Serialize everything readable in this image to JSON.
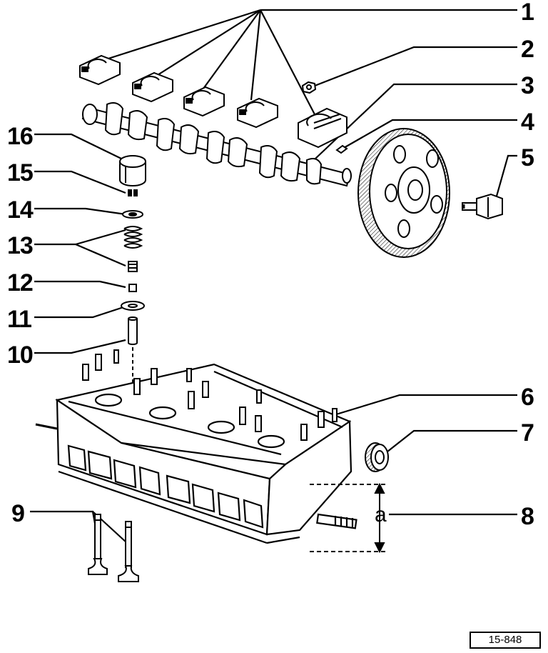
{
  "diagram": {
    "figure_id": "15-848",
    "dimension_label": "a",
    "callouts": [
      {
        "number": "1"
      },
      {
        "number": "2"
      },
      {
        "number": "3"
      },
      {
        "number": "4"
      },
      {
        "number": "5"
      },
      {
        "number": "6"
      },
      {
        "number": "7"
      },
      {
        "number": "8"
      },
      {
        "number": "9"
      },
      {
        "number": "10"
      },
      {
        "number": "11"
      },
      {
        "number": "12"
      },
      {
        "number": "13"
      },
      {
        "number": "14"
      },
      {
        "number": "15"
      },
      {
        "number": "16"
      }
    ]
  }
}
